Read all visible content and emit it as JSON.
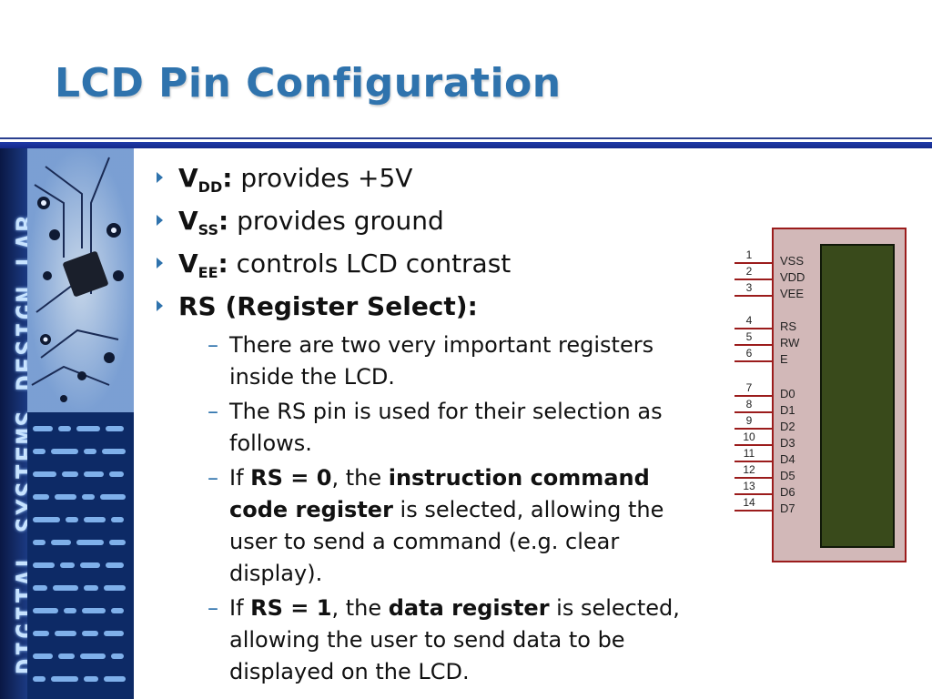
{
  "title": "LCD Pin Configuration",
  "sidebar": {
    "text": "DIGITAL SYSTEMS DESIGN LAB"
  },
  "colors": {
    "title": "#2f73ad",
    "rule": "#1f3aa8",
    "pin_line": "#9b1c1c",
    "screen": "#394a1b",
    "body_fill": "#d2b8b8"
  },
  "bullets": {
    "vdd": {
      "main": "V",
      "sub": "DD",
      "colon": ":",
      "text": " provides +5V"
    },
    "vss": {
      "main": "V",
      "sub": "SS",
      "colon": ":",
      "text": " provides ground"
    },
    "vee": {
      "main": "V",
      "sub": "EE",
      "colon": ":",
      "text": " controls LCD contrast"
    },
    "rs": {
      "label": "RS (Register Select):"
    }
  },
  "subitems": {
    "s1": {
      "text": "There are two very important registers inside the LCD."
    },
    "s2": {
      "text": "The RS pin is used for their selection as follows."
    },
    "s3": {
      "p1": "If ",
      "b1": "RS = 0",
      "p2": ", the ",
      "b2": "instruction command code register",
      "p3": " is selected, allowing  the user to send a command (e.g. clear display)."
    },
    "s4": {
      "p1": "If ",
      "b1": "RS = 1",
      "p2": ", the ",
      "b2": "data register",
      "p3": " is selected, allowing the user to send data to be displayed on the LCD."
    }
  },
  "dash": "–",
  "lcd": {
    "pins": {
      "p1": {
        "num": "1",
        "name": "VSS"
      },
      "p2": {
        "num": "2",
        "name": "VDD"
      },
      "p3": {
        "num": "3",
        "name": "VEE"
      },
      "p4": {
        "num": "4",
        "name": "RS"
      },
      "p5": {
        "num": "5",
        "name": "RW"
      },
      "p6": {
        "num": "6",
        "name": "E"
      },
      "p7": {
        "num": "7",
        "name": "D0"
      },
      "p8": {
        "num": "8",
        "name": "D1"
      },
      "p9": {
        "num": "9",
        "name": "D2"
      },
      "p10": {
        "num": "10",
        "name": "D3"
      },
      "p11": {
        "num": "11",
        "name": "D4"
      },
      "p12": {
        "num": "12",
        "name": "D5"
      },
      "p13": {
        "num": "13",
        "name": "D6"
      },
      "p14": {
        "num": "14",
        "name": "D7"
      }
    }
  }
}
